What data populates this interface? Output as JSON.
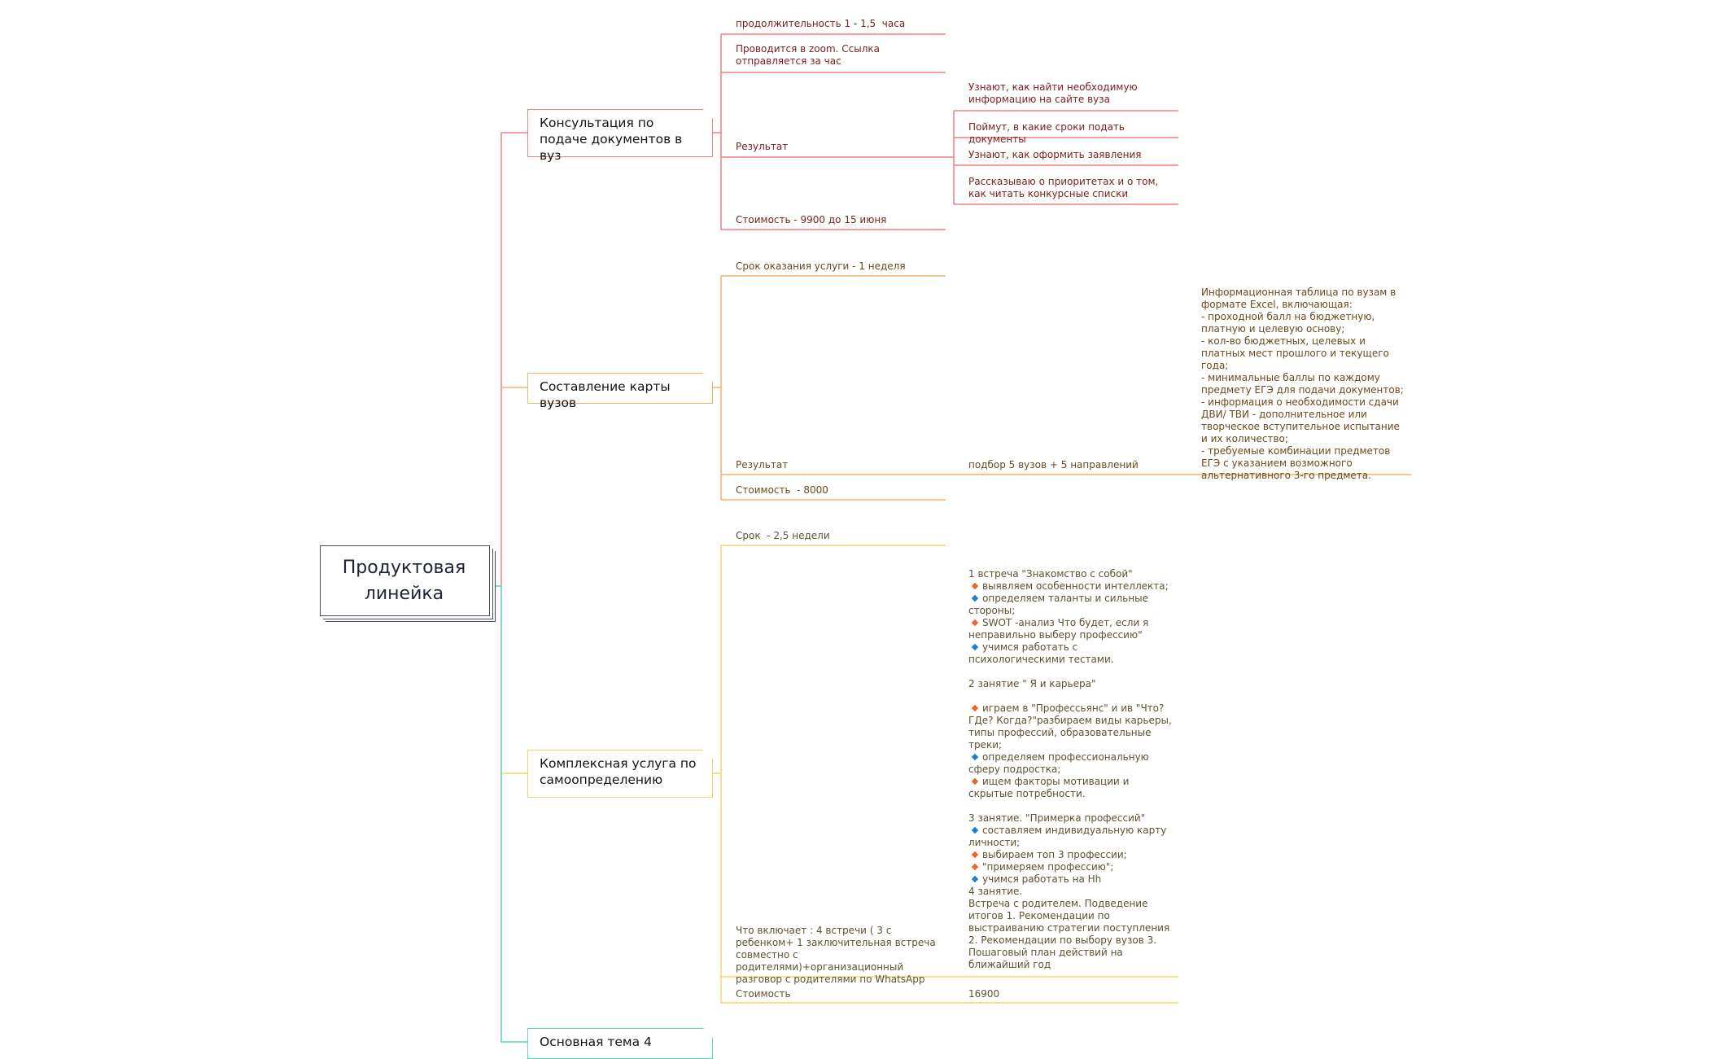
{
  "root": {
    "label_line1": "Продуктовая",
    "label_line2": "линейка"
  },
  "colors": {
    "red": "#f37f80",
    "orange": "#f9b06d",
    "yellow": "#f5d36a",
    "teal": "#5fd4b8",
    "root_border": "#4a4a5a"
  },
  "topics": [
    {
      "label": "Консультация по  подаче документов в вуз",
      "children": {
        "duration": "продолжительность 1 - 1,5  часа",
        "zoom": "Проводится в zoom. Ссылка отправляется за час",
        "result_label": "Результат",
        "results": [
          "Узнают, как найти необходимую информацию на сайте вуза",
          "Поймут, в какие сроки подать документы",
          "Узнают, как оформить заявления",
          "Рассказываю о приоритетах и о том, как читать конкурсные списки"
        ],
        "price": "Стоимость - 9900 до 15 июня"
      }
    },
    {
      "label": "Составление карты вузов",
      "children": {
        "term": "Срок оказания услуги - 1 неделя",
        "result_label": "Результат",
        "result_value": "подбор 5 вузов + 5 направлений",
        "result_detail": "Информационная таблица по вузам в формате Excel, включающая:\n- проходной балл на бюджетную, платную и целевую основу;\n- кол-во бюджетных, целевых и платных мест прошлого и текущего года;\n- минимальные баллы по каждому предмету ЕГЭ для подачи документов;\n- информация о необходимости сдачи ДВИ/ ТВИ - дополнительное или творческое вступительное испытание и их количество;\n- требуемые комбинации предметов ЕГЭ с указанием возможного альтернативного 3-го предмета.",
        "price": "Стоимость  - 8000"
      }
    },
    {
      "label": "Комплексная услуга по самоопределению",
      "children": {
        "term": "Срок  - 2,5 недели",
        "includes": "Что включает : 4 встречи ( 3 с ребенком+ 1 заключительная встреча совместно с родителями)+организационный разговор с родителями по WhatsApp",
        "program": {
          "m1_title": "1 встреча \"Знакомство с собой\"",
          "m1_b1": "выявляем особенности интеллекта;",
          "m1_b2": "определяем таланты и сильные стороны;",
          "m1_b3": "SWOT -анализ  Что будет, если я неправильно выберу профессию\"",
          "m1_b4": "учимся работать с психологическими тестами.",
          "m2_title": "2 занятие \" Я и карьера\"",
          "m2_b1": "играем в \"Профессьянс\" и ив \"Что? ГДе? Когда?\"разбираем виды карьеры, типы профессий, образовательные треки;",
          "m2_b2": "определяем профессиональную сферу подростка;",
          "m2_b3": "ищем факторы мотивации и скрытые потребности.",
          "m3_title": "3 занятие. \"Примерка профессий\"",
          "m3_b1": "составляем индивидуальную карту личности;",
          "m3_b2": "выбираем топ 3 профессии;",
          "m3_b3": "\"примеряем профессию\";",
          "m3_b4": "учимся работать на Hh",
          "m4_title": "4 занятие.",
          "m4_text": "Встреча с родителем. Подведение итогов 1. Рекомендации по выстраиванию стратегии поступления                    2. Рекомендации по выбору вузов 3. Пошаговый план действий на ближайший год"
        },
        "price_label": "Стоимость",
        "price_value": "16900"
      }
    },
    {
      "label": "Основная тема 4"
    }
  ]
}
